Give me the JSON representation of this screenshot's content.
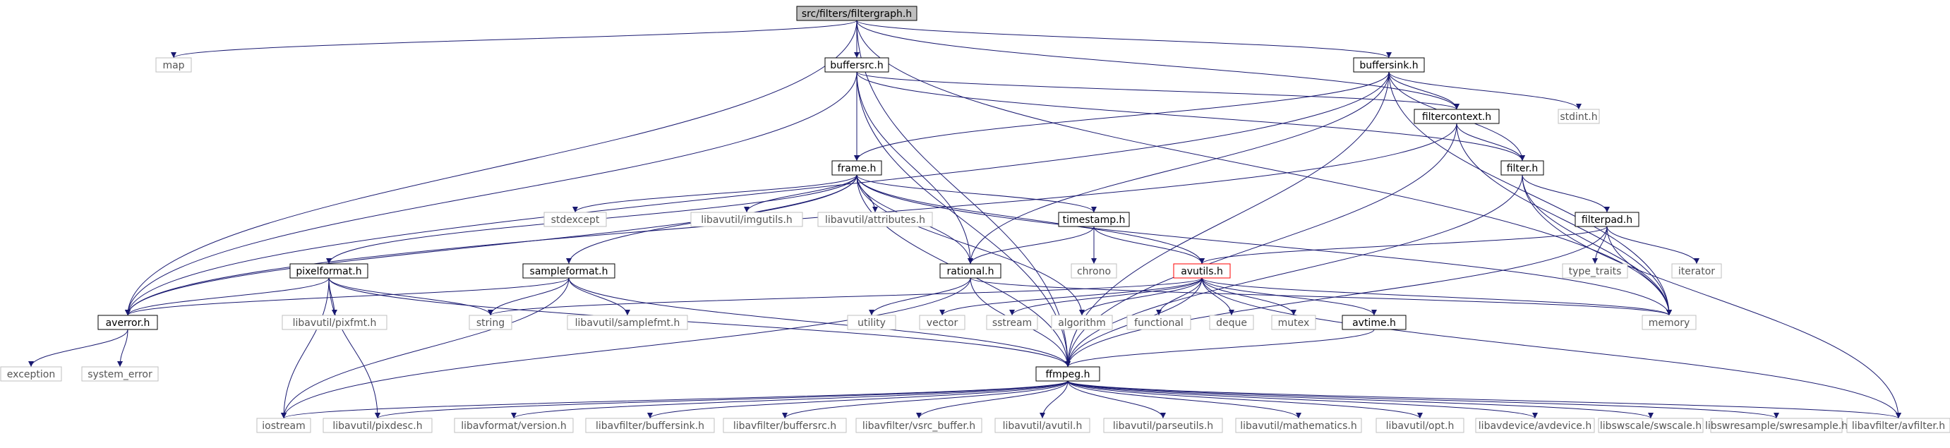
{
  "diagram": {
    "title": "src/filters/filtergraph.h",
    "colors": {
      "edge": "#191970",
      "root_fill": "#bfbfbf",
      "node_fill": "#ffffff",
      "node_border": "#000000",
      "system_border": "#bfbfbf",
      "system_text": "#555555",
      "highlight_border": "#ff0000"
    },
    "nodes": [
      {
        "id": "root",
        "label": "src/filters/filtergraph.h",
        "kind": "root"
      },
      {
        "id": "map",
        "label": "map",
        "kind": "system"
      },
      {
        "id": "buffersrc",
        "label": "buffersrc.h",
        "kind": "local"
      },
      {
        "id": "buffersink",
        "label": "buffersink.h",
        "kind": "local"
      },
      {
        "id": "stdint",
        "label": "stdint.h",
        "kind": "system"
      },
      {
        "id": "filtercontext",
        "label": "filtercontext.h",
        "kind": "local"
      },
      {
        "id": "frame",
        "label": "frame.h",
        "kind": "local"
      },
      {
        "id": "filter",
        "label": "filter.h",
        "kind": "local"
      },
      {
        "id": "stdexcept",
        "label": "stdexcept",
        "kind": "system"
      },
      {
        "id": "imgutils",
        "label": "libavutil/imgutils.h",
        "kind": "system"
      },
      {
        "id": "attributes",
        "label": "libavutil/attributes.h",
        "kind": "system"
      },
      {
        "id": "timestamp",
        "label": "timestamp.h",
        "kind": "local"
      },
      {
        "id": "filterpad",
        "label": "filterpad.h",
        "kind": "local"
      },
      {
        "id": "pixelformat",
        "label": "pixelformat.h",
        "kind": "local"
      },
      {
        "id": "sampleformat",
        "label": "sampleformat.h",
        "kind": "local"
      },
      {
        "id": "rational",
        "label": "rational.h",
        "kind": "local"
      },
      {
        "id": "chrono",
        "label": "chrono",
        "kind": "system"
      },
      {
        "id": "avutils",
        "label": "avutils.h",
        "kind": "highlight"
      },
      {
        "id": "type_traits",
        "label": "type_traits",
        "kind": "system"
      },
      {
        "id": "iterator",
        "label": "iterator",
        "kind": "system"
      },
      {
        "id": "averror",
        "label": "averror.h",
        "kind": "local"
      },
      {
        "id": "pixfmt",
        "label": "libavutil/pixfmt.h",
        "kind": "system"
      },
      {
        "id": "string",
        "label": "string",
        "kind": "system"
      },
      {
        "id": "samplefmt",
        "label": "libavutil/samplefmt.h",
        "kind": "system"
      },
      {
        "id": "utility",
        "label": "utility",
        "kind": "system"
      },
      {
        "id": "vector",
        "label": "vector",
        "kind": "system"
      },
      {
        "id": "sstream",
        "label": "sstream",
        "kind": "system"
      },
      {
        "id": "algorithm",
        "label": "algorithm",
        "kind": "system"
      },
      {
        "id": "functional",
        "label": "functional",
        "kind": "system"
      },
      {
        "id": "deque",
        "label": "deque",
        "kind": "system"
      },
      {
        "id": "mutex",
        "label": "mutex",
        "kind": "system"
      },
      {
        "id": "avtime",
        "label": "avtime.h",
        "kind": "local"
      },
      {
        "id": "memory",
        "label": "memory",
        "kind": "system"
      },
      {
        "id": "exception",
        "label": "exception",
        "kind": "system"
      },
      {
        "id": "system_error",
        "label": "system_error",
        "kind": "system"
      },
      {
        "id": "ffmpeg",
        "label": "ffmpeg.h",
        "kind": "local"
      },
      {
        "id": "iostream",
        "label": "iostream",
        "kind": "system"
      },
      {
        "id": "pixdesc",
        "label": "libavutil/pixdesc.h",
        "kind": "system"
      },
      {
        "id": "avformat_version",
        "label": "libavformat/version.h",
        "kind": "system"
      },
      {
        "id": "lavf_buffersink",
        "label": "libavfilter/buffersink.h",
        "kind": "system"
      },
      {
        "id": "lavf_buffersrc",
        "label": "libavfilter/buffersrc.h",
        "kind": "system"
      },
      {
        "id": "vsrc_buffer",
        "label": "libavfilter/vsrc_buffer.h",
        "kind": "system"
      },
      {
        "id": "avutil",
        "label": "libavutil/avutil.h",
        "kind": "system"
      },
      {
        "id": "parseutils",
        "label": "libavutil/parseutils.h",
        "kind": "system"
      },
      {
        "id": "mathematics",
        "label": "libavutil/mathematics.h",
        "kind": "system"
      },
      {
        "id": "opt",
        "label": "libavutil/opt.h",
        "kind": "system"
      },
      {
        "id": "avdevice",
        "label": "libavdevice/avdevice.h",
        "kind": "system"
      },
      {
        "id": "swscale",
        "label": "libswscale/swscale.h",
        "kind": "system"
      },
      {
        "id": "swresample",
        "label": "libswresample/swresample.h",
        "kind": "system"
      },
      {
        "id": "avfilter",
        "label": "libavfilter/avfilter.h",
        "kind": "system"
      }
    ],
    "edges": [
      [
        "root",
        "map"
      ],
      [
        "root",
        "buffersrc"
      ],
      [
        "root",
        "buffersink"
      ],
      [
        "root",
        "averror"
      ],
      [
        "root",
        "ffmpeg"
      ],
      [
        "root",
        "filtercontext"
      ],
      [
        "root",
        "memory"
      ],
      [
        "buffersrc",
        "frame"
      ],
      [
        "buffersrc",
        "averror"
      ],
      [
        "buffersrc",
        "ffmpeg"
      ],
      [
        "buffersrc",
        "rational"
      ],
      [
        "buffersrc",
        "filtercontext"
      ],
      [
        "buffersrc",
        "filter"
      ],
      [
        "buffersink",
        "frame"
      ],
      [
        "buffersink",
        "filtercontext"
      ],
      [
        "buffersink",
        "filter"
      ],
      [
        "buffersink",
        "stdint"
      ],
      [
        "buffersink",
        "averror"
      ],
      [
        "buffersink",
        "rational"
      ],
      [
        "buffersink",
        "ffmpeg"
      ],
      [
        "buffersink",
        "memory"
      ],
      [
        "filtercontext",
        "filter"
      ],
      [
        "filtercontext",
        "averror"
      ],
      [
        "filtercontext",
        "ffmpeg"
      ],
      [
        "filtercontext",
        "memory"
      ],
      [
        "frame",
        "stdexcept"
      ],
      [
        "frame",
        "imgutils"
      ],
      [
        "frame",
        "attributes"
      ],
      [
        "frame",
        "timestamp"
      ],
      [
        "frame",
        "pixelformat"
      ],
      [
        "frame",
        "sampleformat"
      ],
      [
        "frame",
        "rational"
      ],
      [
        "frame",
        "avutils"
      ],
      [
        "frame",
        "ffmpeg"
      ],
      [
        "frame",
        "averror"
      ],
      [
        "frame",
        "memory"
      ],
      [
        "frame",
        "algorithm"
      ],
      [
        "filter",
        "filterpad"
      ],
      [
        "filter",
        "ffmpeg"
      ],
      [
        "filter",
        "memory"
      ],
      [
        "filter",
        "avfilter"
      ],
      [
        "filterpad",
        "avutils"
      ],
      [
        "filterpad",
        "type_traits"
      ],
      [
        "filterpad",
        "iterator"
      ],
      [
        "filterpad",
        "memory"
      ],
      [
        "filterpad",
        "ffmpeg"
      ],
      [
        "timestamp",
        "chrono"
      ],
      [
        "timestamp",
        "rational"
      ],
      [
        "timestamp",
        "avutils"
      ],
      [
        "pixelformat",
        "averror"
      ],
      [
        "pixelformat",
        "pixfmt"
      ],
      [
        "pixelformat",
        "string"
      ],
      [
        "pixelformat",
        "pixdesc"
      ],
      [
        "pixelformat",
        "ffmpeg"
      ],
      [
        "pixelformat",
        "iostream"
      ],
      [
        "sampleformat",
        "averror"
      ],
      [
        "sampleformat",
        "string"
      ],
      [
        "sampleformat",
        "samplefmt"
      ],
      [
        "sampleformat",
        "ffmpeg"
      ],
      [
        "sampleformat",
        "iostream"
      ],
      [
        "rational",
        "utility"
      ],
      [
        "rational",
        "ffmpeg"
      ],
      [
        "rational",
        "memory"
      ],
      [
        "rational",
        "iostream"
      ],
      [
        "avutils",
        "string"
      ],
      [
        "avutils",
        "vector"
      ],
      [
        "avutils",
        "sstream"
      ],
      [
        "avutils",
        "algorithm"
      ],
      [
        "avutils",
        "functional"
      ],
      [
        "avutils",
        "deque"
      ],
      [
        "avutils",
        "mutex"
      ],
      [
        "avutils",
        "avtime"
      ],
      [
        "avutils",
        "memory"
      ],
      [
        "avutils",
        "ffmpeg"
      ],
      [
        "avutils",
        "avfilter"
      ],
      [
        "avtime",
        "ffmpeg"
      ],
      [
        "averror",
        "exception"
      ],
      [
        "averror",
        "system_error"
      ],
      [
        "ffmpeg",
        "iostream"
      ],
      [
        "ffmpeg",
        "pixdesc"
      ],
      [
        "ffmpeg",
        "avformat_version"
      ],
      [
        "ffmpeg",
        "lavf_buffersink"
      ],
      [
        "ffmpeg",
        "lavf_buffersrc"
      ],
      [
        "ffmpeg",
        "vsrc_buffer"
      ],
      [
        "ffmpeg",
        "avutil"
      ],
      [
        "ffmpeg",
        "parseutils"
      ],
      [
        "ffmpeg",
        "mathematics"
      ],
      [
        "ffmpeg",
        "opt"
      ],
      [
        "ffmpeg",
        "avdevice"
      ],
      [
        "ffmpeg",
        "swscale"
      ],
      [
        "ffmpeg",
        "swresample"
      ],
      [
        "ffmpeg",
        "avfilter"
      ]
    ]
  }
}
